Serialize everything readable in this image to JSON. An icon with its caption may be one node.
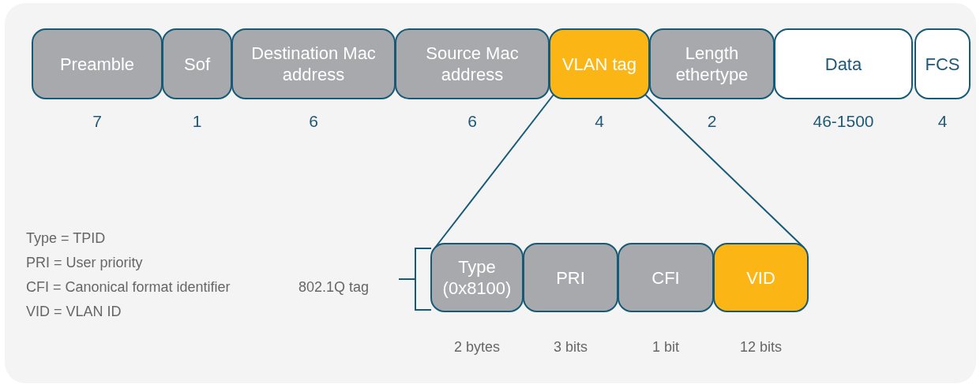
{
  "diagram": {
    "nodes": [
      {
        "text": [
          "Preamble"
        ],
        "beside": [
          "7"
        ]
      },
      {
        "text": [
          "Sof"
        ],
        "beside": [
          "1"
        ]
      },
      {
        "text": [
          "Destination Mac address"
        ],
        "beside": [
          "6"
        ]
      },
      {
        "text": [
          "Source Mac address"
        ],
        "beside": [
          "6"
        ]
      },
      {
        "text": [
          "VLAN tag"
        ],
        "beside": [
          "4"
        ]
      },
      {
        "text": [
          "Length ethertype"
        ],
        "beside": [
          "2"
        ]
      },
      {
        "text": [
          "Data"
        ],
        "beside": [
          "46-1500"
        ]
      },
      {
        "text": [
          "FCS"
        ],
        "beside": [
          "4"
        ]
      },
      {
        "text": [
          "Type (0x8100)"
        ],
        "beside": [
          "2 bytes"
        ]
      },
      {
        "text": [
          "PRI"
        ],
        "beside": [
          "3 bits"
        ]
      },
      {
        "text": [
          "CFI"
        ],
        "beside": [
          "1 bit"
        ]
      },
      {
        "text": [
          "VID"
        ],
        "beside": [
          "12 bits"
        ]
      }
    ],
    "edges": [
      {
        "from": 4,
        "to": 8,
        "arrow": "none"
      },
      {
        "from": 4,
        "to": 11,
        "arrow": "none"
      }
    ],
    "labels": [
      "Type = TPID",
      "PRI = User priority",
      "CFI = Canonical format identifier",
      "802.1Q tag",
      "VID = VLAN ID"
    ]
  }
}
